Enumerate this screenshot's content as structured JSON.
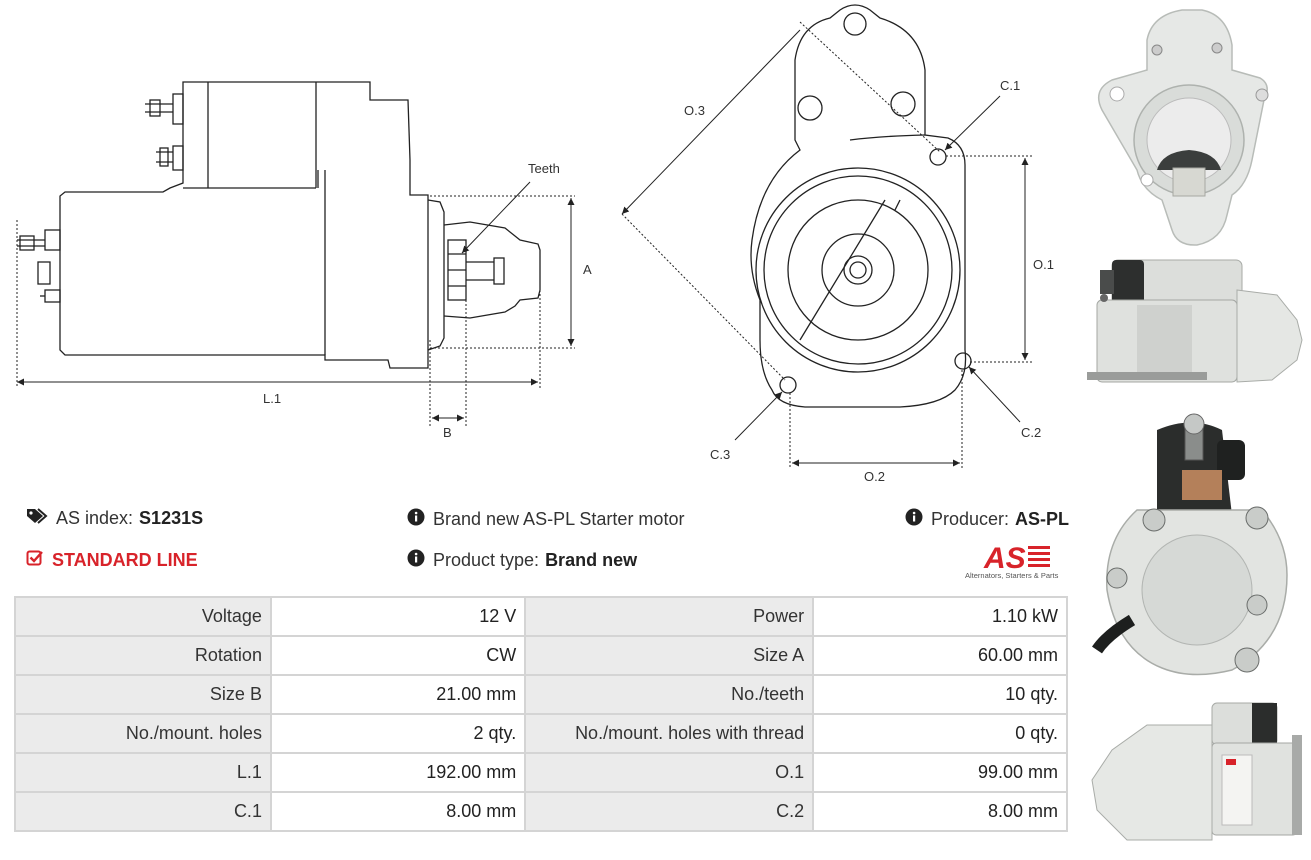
{
  "drawing": {
    "labels": {
      "teeth": "Teeth",
      "a": "A",
      "b": "B",
      "l1": "L.1",
      "o3": "O.3",
      "c1": "C.1",
      "o1": "O.1",
      "c2": "C.2",
      "c3": "C.3",
      "o2": "O.2"
    }
  },
  "info": {
    "as_index_label": "AS index:",
    "as_index_value": "S1231S",
    "line": "STANDARD LINE",
    "description": "Brand new AS-PL Starter motor",
    "product_type_label": "Product type:",
    "product_type_value": "Brand new",
    "producer_label": "Producer:",
    "producer_value": "AS-PL"
  },
  "logo": {
    "text": "AS",
    "tagline": "Alternators, Starters & Parts",
    "color": "#d8232a"
  },
  "specs": [
    {
      "k1": "Voltage",
      "v1": "12 V",
      "k2": "Power",
      "v2": "1.10 kW"
    },
    {
      "k1": "Rotation",
      "v1": "CW",
      "k2": "Size A",
      "v2": "60.00 mm"
    },
    {
      "k1": "Size B",
      "v1": "21.00 mm",
      "k2": "No./teeth",
      "v2": "10 qty."
    },
    {
      "k1": "No./mount. holes",
      "v1": "2 qty.",
      "k2": "No./mount. holes with thread",
      "v2": "0 qty."
    },
    {
      "k1": "L.1",
      "v1": "192.00 mm",
      "k2": "O.1",
      "v2": "99.00 mm"
    },
    {
      "k1": "C.1",
      "v1": "8.00 mm",
      "k2": "C.2",
      "v2": "8.00 mm"
    }
  ],
  "icons": {
    "as_index": "tags-icon",
    "line": "check-square-icon",
    "description": "info-circle-icon",
    "product_type": "info-circle-icon",
    "producer": "info-circle-icon"
  }
}
